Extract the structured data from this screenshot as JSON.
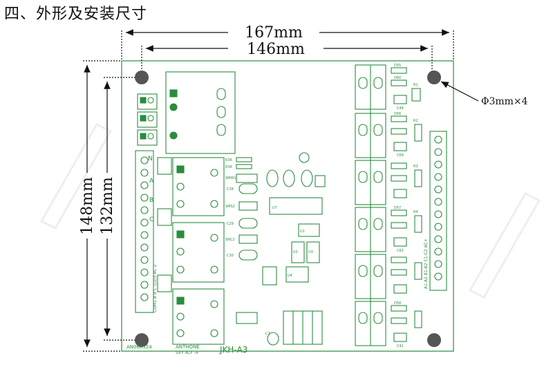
{
  "title": "四、外形及安装尺寸",
  "dimensions": {
    "overall_width": "167mm",
    "hole_width": "146mm",
    "overall_height": "148mm",
    "hole_height": "132mm",
    "hole_note": "Φ3mm×4"
  },
  "board": {
    "board_name": "JKH-A3",
    "product_code": "AN060524",
    "brand_label": "ANTHONE",
    "relay_label": "SXY XCF -4",
    "terminal_left_label": "COM1 A B C 1/2/3 AC 2",
    "terminal_right_label": "A1-A2 B1-B2 C1-C2 AC+",
    "connector_letters": [
      "N",
      "A",
      "B",
      "C"
    ],
    "parts": [
      "R36",
      "R38",
      "SMW1",
      "C28",
      "SMS2",
      "C29",
      "SNC2",
      "C30",
      "U7",
      "C7",
      "U1",
      "U2",
      "U3",
      "U4",
      "D55",
      "D60",
      "C48",
      "D56",
      "C69",
      "D57",
      "C62",
      "D58",
      "C41",
      "R1",
      "R2",
      "R3",
      "R4"
    ]
  },
  "colors": {
    "pcb_line": "#2a8c3e",
    "pcb_fill": "#ffffff",
    "dim_line": "#111111",
    "hole": "#555555",
    "watermark": "#b8c6d4"
  }
}
